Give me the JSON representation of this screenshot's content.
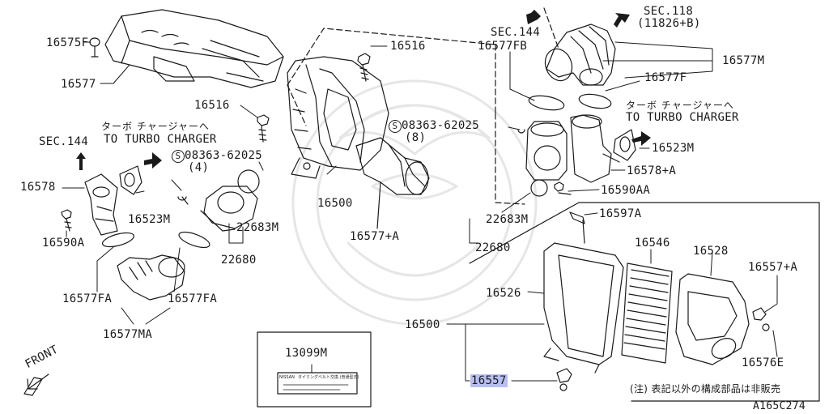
{
  "labels": {
    "p16575F": "16575F",
    "p16577a": "16577",
    "p16516a": "16516",
    "p16516b": "16516",
    "sec144a": "SEC.144",
    "sec144b": "SEC.144",
    "sec118": "SEC.118",
    "sec118sub": "(11826+B)",
    "p16577FB": "16577FB",
    "p16577M": "16577M",
    "p16577F": "16577F",
    "jpTurboA": "ターボ チャージャーへ",
    "toTurboA": "TO TURBO CHARGER",
    "jpTurboB": "ターボ チャージャーへ",
    "toTurboB": "TO TURBO CHARGER",
    "boltA": "08363-62025",
    "boltAqty": "(4)",
    "boltB": "08363-62025",
    "boltBqty": "(8)",
    "boltSym": "S",
    "p16578a": "16578",
    "p16523Ma": "16523M",
    "p16523Mb": "16523M",
    "p16590A": "16590A",
    "p16590AA": "16590AA",
    "p16578A": "16578+A",
    "p22683Ma": "22683M",
    "p22683Mb": "22683M",
    "p22680a": "22680",
    "p22680b": "22680",
    "p16500a": "16500",
    "p16500b": "16500",
    "p16577A": "16577+A",
    "p16577FAa": "16577FA",
    "p16577FAb": "16577FA",
    "p16577MA": "16577MA",
    "p13099M": "13099M",
    "p16597A": "16597A",
    "p16546": "16546",
    "p16528": "16528",
    "p16526": "16526",
    "p16557A": "16557+A",
    "p16576E": "16576E",
    "p16557": "16557",
    "front": "FRONT",
    "footnote": "(注) 表記以外の構成部品は非販売",
    "diagramCode": "A165C274",
    "labelBrand": "NISSAN",
    "labelText": "タイミングベルト交換 (普通型式)"
  },
  "colors": {
    "line": "#1a1a1a",
    "highlight": "#b8bff0",
    "watermark": "#e6e6e6"
  }
}
